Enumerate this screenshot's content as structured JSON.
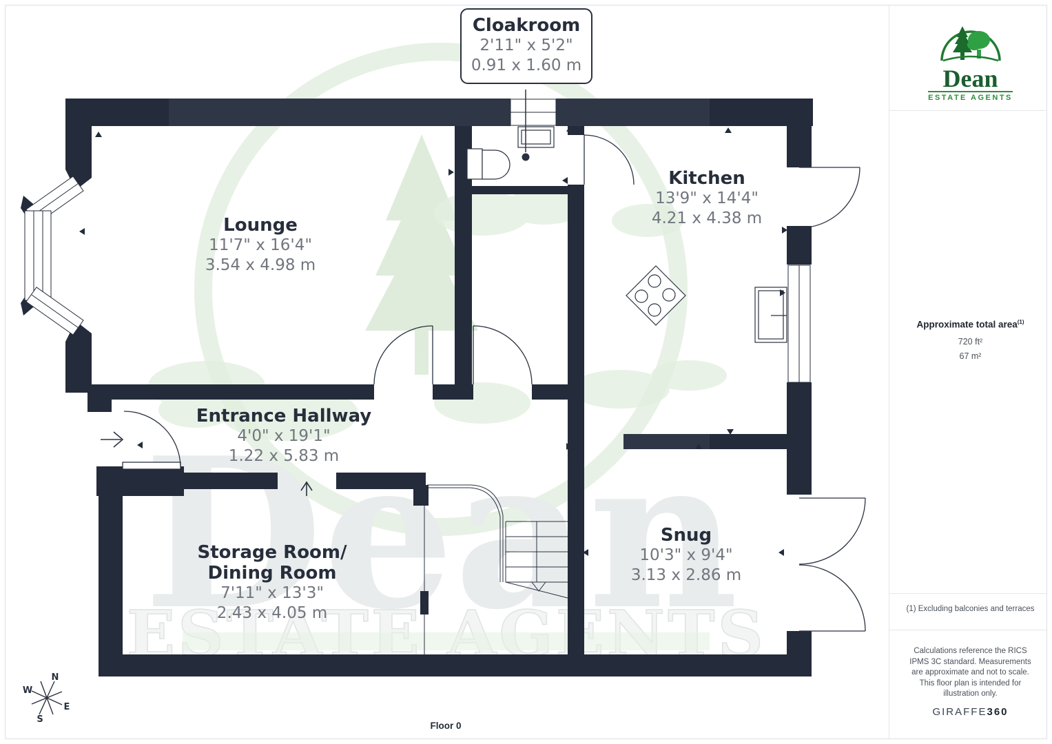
{
  "page": {
    "floor_label": "Floor 0"
  },
  "rooms": [
    {
      "name": "Cloakroom",
      "imperial": "2'11\" x 5'2\"",
      "metric": "0.91 x 1.60 m"
    },
    {
      "name": "Lounge",
      "imperial": "11'7\" x 16'4\"",
      "metric": "3.54 x 4.98 m"
    },
    {
      "name": "Kitchen",
      "imperial": "13'9\" x 14'4\"",
      "metric": "4.21 x 4.38 m"
    },
    {
      "name": "Entrance Hallway",
      "imperial": "4'0\" x 19'1\"",
      "metric": "1.22 x 5.83 m"
    },
    {
      "name": "Storage Room/",
      "name2": "Dining Room",
      "imperial": "7'11\" x 13'3\"",
      "metric": "2.43 x 4.05 m"
    },
    {
      "name": "Snug",
      "imperial": "10'3\" x 9'4\"",
      "metric": "3.13 x 2.86 m"
    }
  ],
  "compass": {
    "n": "N",
    "e": "E",
    "s": "S",
    "w": "W"
  },
  "watermark": {
    "brand": "Dean",
    "tagline": "ESTATE AGENTS"
  },
  "sidebar": {
    "logo": {
      "brand": "Dean",
      "tagline": "ESTATE AGENTS"
    },
    "area": {
      "title": "Approximate total area",
      "superscript": "(1)",
      "imperial": "720 ft²",
      "metric": "67 m²"
    },
    "footnote": "(1) Excluding balconies and terraces",
    "disclaimer": "Calculations reference the RICS IPMS 3C standard. Measurements are approximate and not to scale. This floor plan is intended for illustration only.",
    "brand_footer": {
      "name": "GIRAFFE",
      "suffix": "360"
    }
  },
  "colors": {
    "wall": "#242B3A",
    "wall_light": "#2F3645",
    "logo_green": "#1E7B33",
    "dim_text": "#71767E",
    "watermark_green": "#E3EFE0"
  }
}
